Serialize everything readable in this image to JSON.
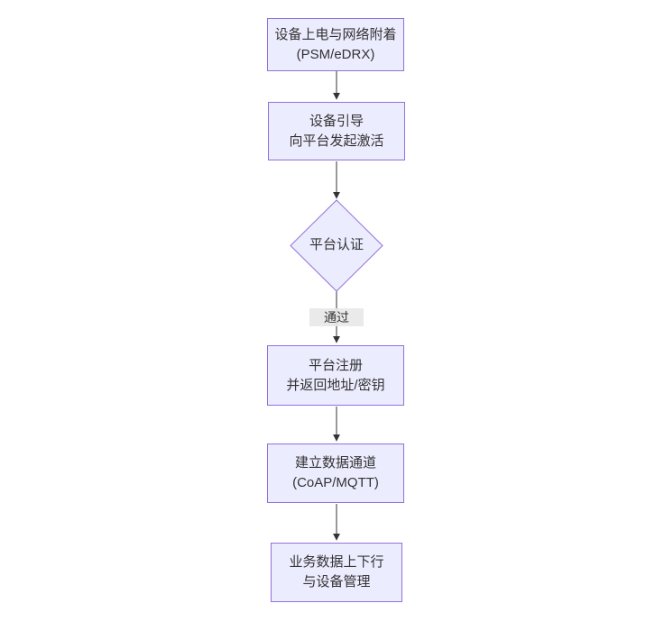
{
  "diagram": {
    "type": "flowchart",
    "direction": "top-down",
    "colors": {
      "background": "#ffffff",
      "node_fill": "#ECECFF",
      "node_border": "#9370DB",
      "text": "#333333",
      "edge": "#333333",
      "edge_label_bg": "#e8e8e8"
    },
    "nodes": [
      {
        "id": "power-attach",
        "shape": "rect",
        "line1": "设备上电与网络附着",
        "line2": "(PSM/eDRX)"
      },
      {
        "id": "bootstrap",
        "shape": "rect",
        "line1": "设备引导",
        "line2": "向平台发起激活"
      },
      {
        "id": "auth",
        "shape": "diamond",
        "line1": "平台认证"
      },
      {
        "id": "register",
        "shape": "rect",
        "line1": "平台注册",
        "line2": "并返回地址/密钥"
      },
      {
        "id": "channel",
        "shape": "rect",
        "line1": "建立数据通道",
        "line2": "(CoAP/MQTT)"
      },
      {
        "id": "business",
        "shape": "rect",
        "line1": "业务数据上下行",
        "line2": "与设备管理"
      }
    ],
    "edges": [
      {
        "from": "power-attach",
        "to": "bootstrap",
        "label": ""
      },
      {
        "from": "bootstrap",
        "to": "auth",
        "label": ""
      },
      {
        "from": "auth",
        "to": "register",
        "label": "通过"
      },
      {
        "from": "register",
        "to": "channel",
        "label": ""
      },
      {
        "from": "channel",
        "to": "business",
        "label": ""
      }
    ]
  }
}
